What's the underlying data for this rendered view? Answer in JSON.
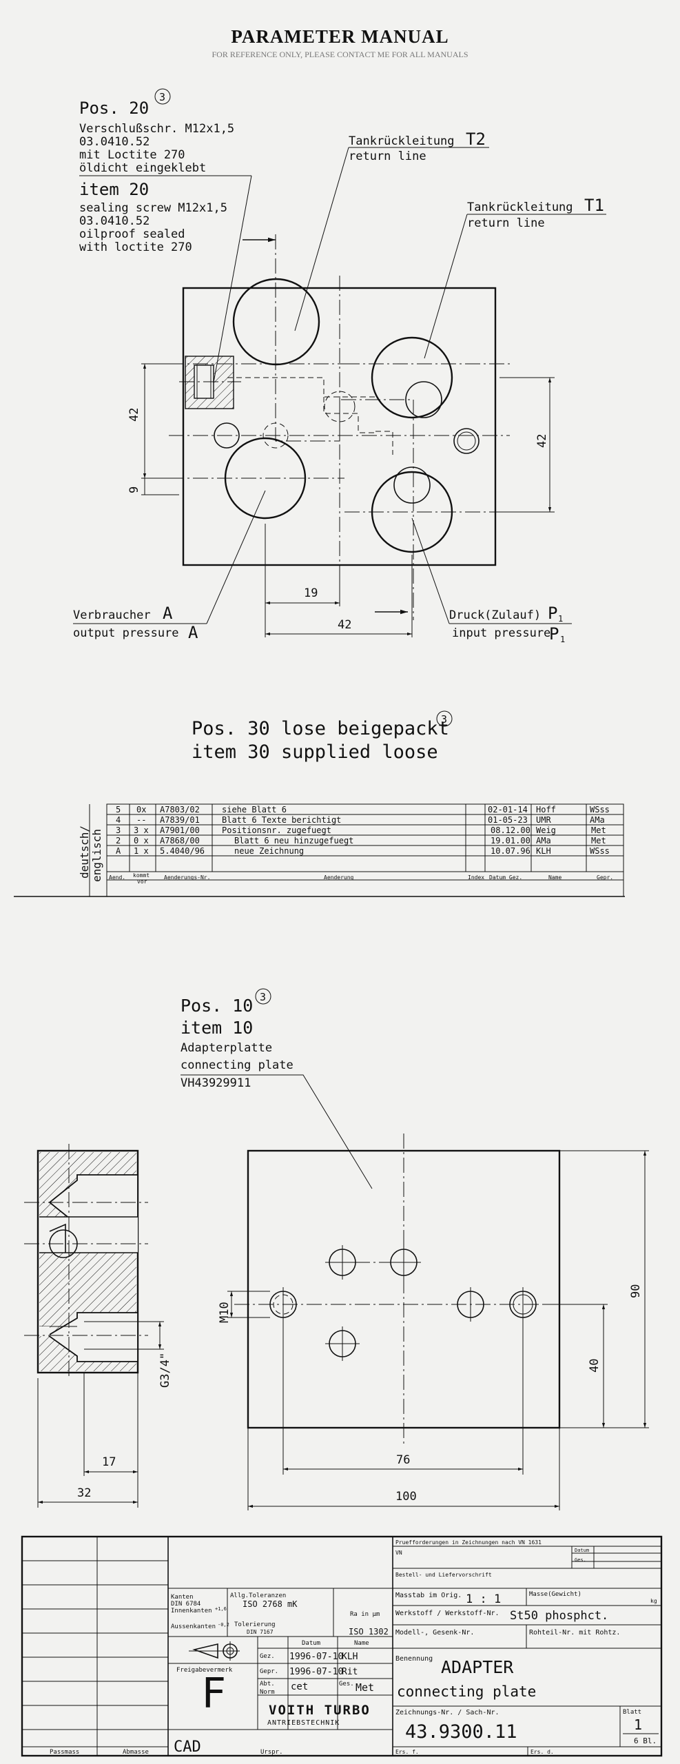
{
  "header": {
    "title": "PARAMETER MANUAL",
    "subtitle": "FOR REFERENCE ONLY, PLEASE CONTACT ME FOR ALL MANUALS"
  },
  "pos20": {
    "title": "Pos. 20",
    "circled": "3",
    "de_line1": "Verschlußschr. M12x1,5",
    "de_line2": "03.0410.52",
    "de_line3": "mit Loctite 270",
    "de_line4": "öldicht eingeklebt",
    "item": "item 20",
    "en_line1": "sealing screw M12x1,5",
    "en_line2": "03.0410.52",
    "en_line3": "oilproof sealed",
    "en_line4": "with loctite 270"
  },
  "t2": {
    "de": "Tankrückleitung",
    "code": "T2",
    "en": "return line"
  },
  "t1": {
    "de": "Tankrückleitung",
    "code": "T1",
    "en": "return line"
  },
  "a": {
    "de": "Verbraucher",
    "code": "A",
    "en": "output pressure",
    "code_en": "A"
  },
  "p1": {
    "de": "Druck(Zulauf)",
    "code": "P",
    "sub": "1",
    "en": "input pressure",
    "code_en": "P",
    "sub_en": "1"
  },
  "dims_top": {
    "d42_left": "42",
    "d9": "9",
    "d19": "19",
    "d42_bottom": "42",
    "d42_right": "42"
  },
  "pos30": {
    "line1": "Pos. 30 lose beigepackt",
    "line2": "item 30 supplied loose",
    "circled": "3"
  },
  "revision": {
    "side_label_1": "deutsch/",
    "side_label_2": "englisch",
    "rows": [
      {
        "aend": "5",
        "kommt": "0x",
        "nr": "A7803/02",
        "text": "siehe Blatt 6",
        "datum": "02-01-14",
        "name": "Hoff",
        "gepr": "WSss"
      },
      {
        "aend": "4",
        "kommt": "--",
        "nr": "A7839/01",
        "text": "Blatt 6 Texte berichtigt",
        "datum": "01-05-23",
        "name": "UMR",
        "gepr": "AMa"
      },
      {
        "aend": "3",
        "kommt": "3 x",
        "nr": "A7901/00",
        "text": "Positionsnr. zugefuegt",
        "datum": "08.12.00",
        "name": "Weig",
        "gepr": "Met"
      },
      {
        "aend": "2",
        "kommt": "0 x",
        "nr": "A7868/00",
        "text": "Blatt 6 neu hinzugefuegt",
        "datum": "19.01.00",
        "name": "AMa",
        "gepr": "Met"
      },
      {
        "aend": "A",
        "kommt": "1 x",
        "nr": "5.4040/96",
        "text": "neue Zeichnung",
        "datum": "10.07.96",
        "name": "KLH",
        "gepr": "WSss"
      }
    ],
    "head": {
      "aend": "Aend.",
      "kommt1": "kommt",
      "kommt2": "vor",
      "nr": "Aenderungs-Nr.",
      "text": "Aenderung",
      "index": "Index",
      "datum": "Datum Gez.",
      "name": "Name",
      "gepr": "Gepr."
    }
  },
  "pos10": {
    "title": "Pos. 10",
    "circled": "3",
    "item": "item 10",
    "de": "Adapterplatte",
    "en": "connecting plate",
    "code": "VH43929911"
  },
  "dims_bottom": {
    "m10": "M10",
    "g34": "G3/4\"",
    "d17": "17",
    "d32": "32",
    "d76": "76",
    "d100": "100",
    "d90": "90",
    "d40": "40"
  },
  "titleblock": {
    "vn_head": "Pruefforderungen in Zeichnungen nach VN 1631",
    "vn": "VN",
    "datum": "Datum",
    "ges": "Ges.",
    "bestell": "Bestell- und Liefervorschrift",
    "kanten": "Kanten",
    "din6784": "DIN 6784",
    "innenkanten": "Innenkanten",
    "innen_val": "+1,6",
    "aussenkanten": "Aussenkanten",
    "aussen_val": "-0,2",
    "allg": "Allg.Toleranzen",
    "iso2768": "ISO 2768 mK",
    "tolerierung": "Tolerierung",
    "din7167": "DIN 7167",
    "rz": "Ra in µm",
    "iso1302": "ISO 1302",
    "masstab_label": "Masstab im Orig.",
    "masstab": "1 : 1",
    "masse_label": "Masse(Gewicht)",
    "kg": "kg",
    "werkstoff_label": "Werkstoff / Werkstoff-Nr.",
    "werkstoff": "St50 phosphct.",
    "modell": "Modell-, Gesenk-Nr.",
    "rohteil": "Rohteil-Nr. mit Rohtz.",
    "freigabe": "Freigabevermerk",
    "datum_h": "Datum",
    "name_h": "Name",
    "gez": "Gez.",
    "gez_date": "1996-07-10",
    "gez_name": "KLH",
    "gepr": "Gepr.",
    "gepr_date": "1996-07-10",
    "gepr_name": "Rit",
    "abt": "Abt.",
    "abt_val": "cet",
    "ges2": "Ges.",
    "ges2_val": "Met",
    "norm": "Norm",
    "letter": "F",
    "benennung_label": "Benennung",
    "benennung": "ADAPTER",
    "benennung_en": "connecting plate",
    "zeichnr_label": "Zeichnungs-Nr. / Sach-Nr.",
    "zeichnr": "43.9300.11",
    "blatt_label": "Blatt",
    "blatt": "1",
    "blatt_of": "6 Bl.",
    "company1": "VOITH TURBO",
    "company2": "ANTRIEBSTECHNIK",
    "passmass": "Passmass",
    "abmasse": "Abmasse",
    "cad": "CAD",
    "urspr": "Urspr.",
    "ers": "Ers. f.",
    "ers2": "Ers. d."
  }
}
